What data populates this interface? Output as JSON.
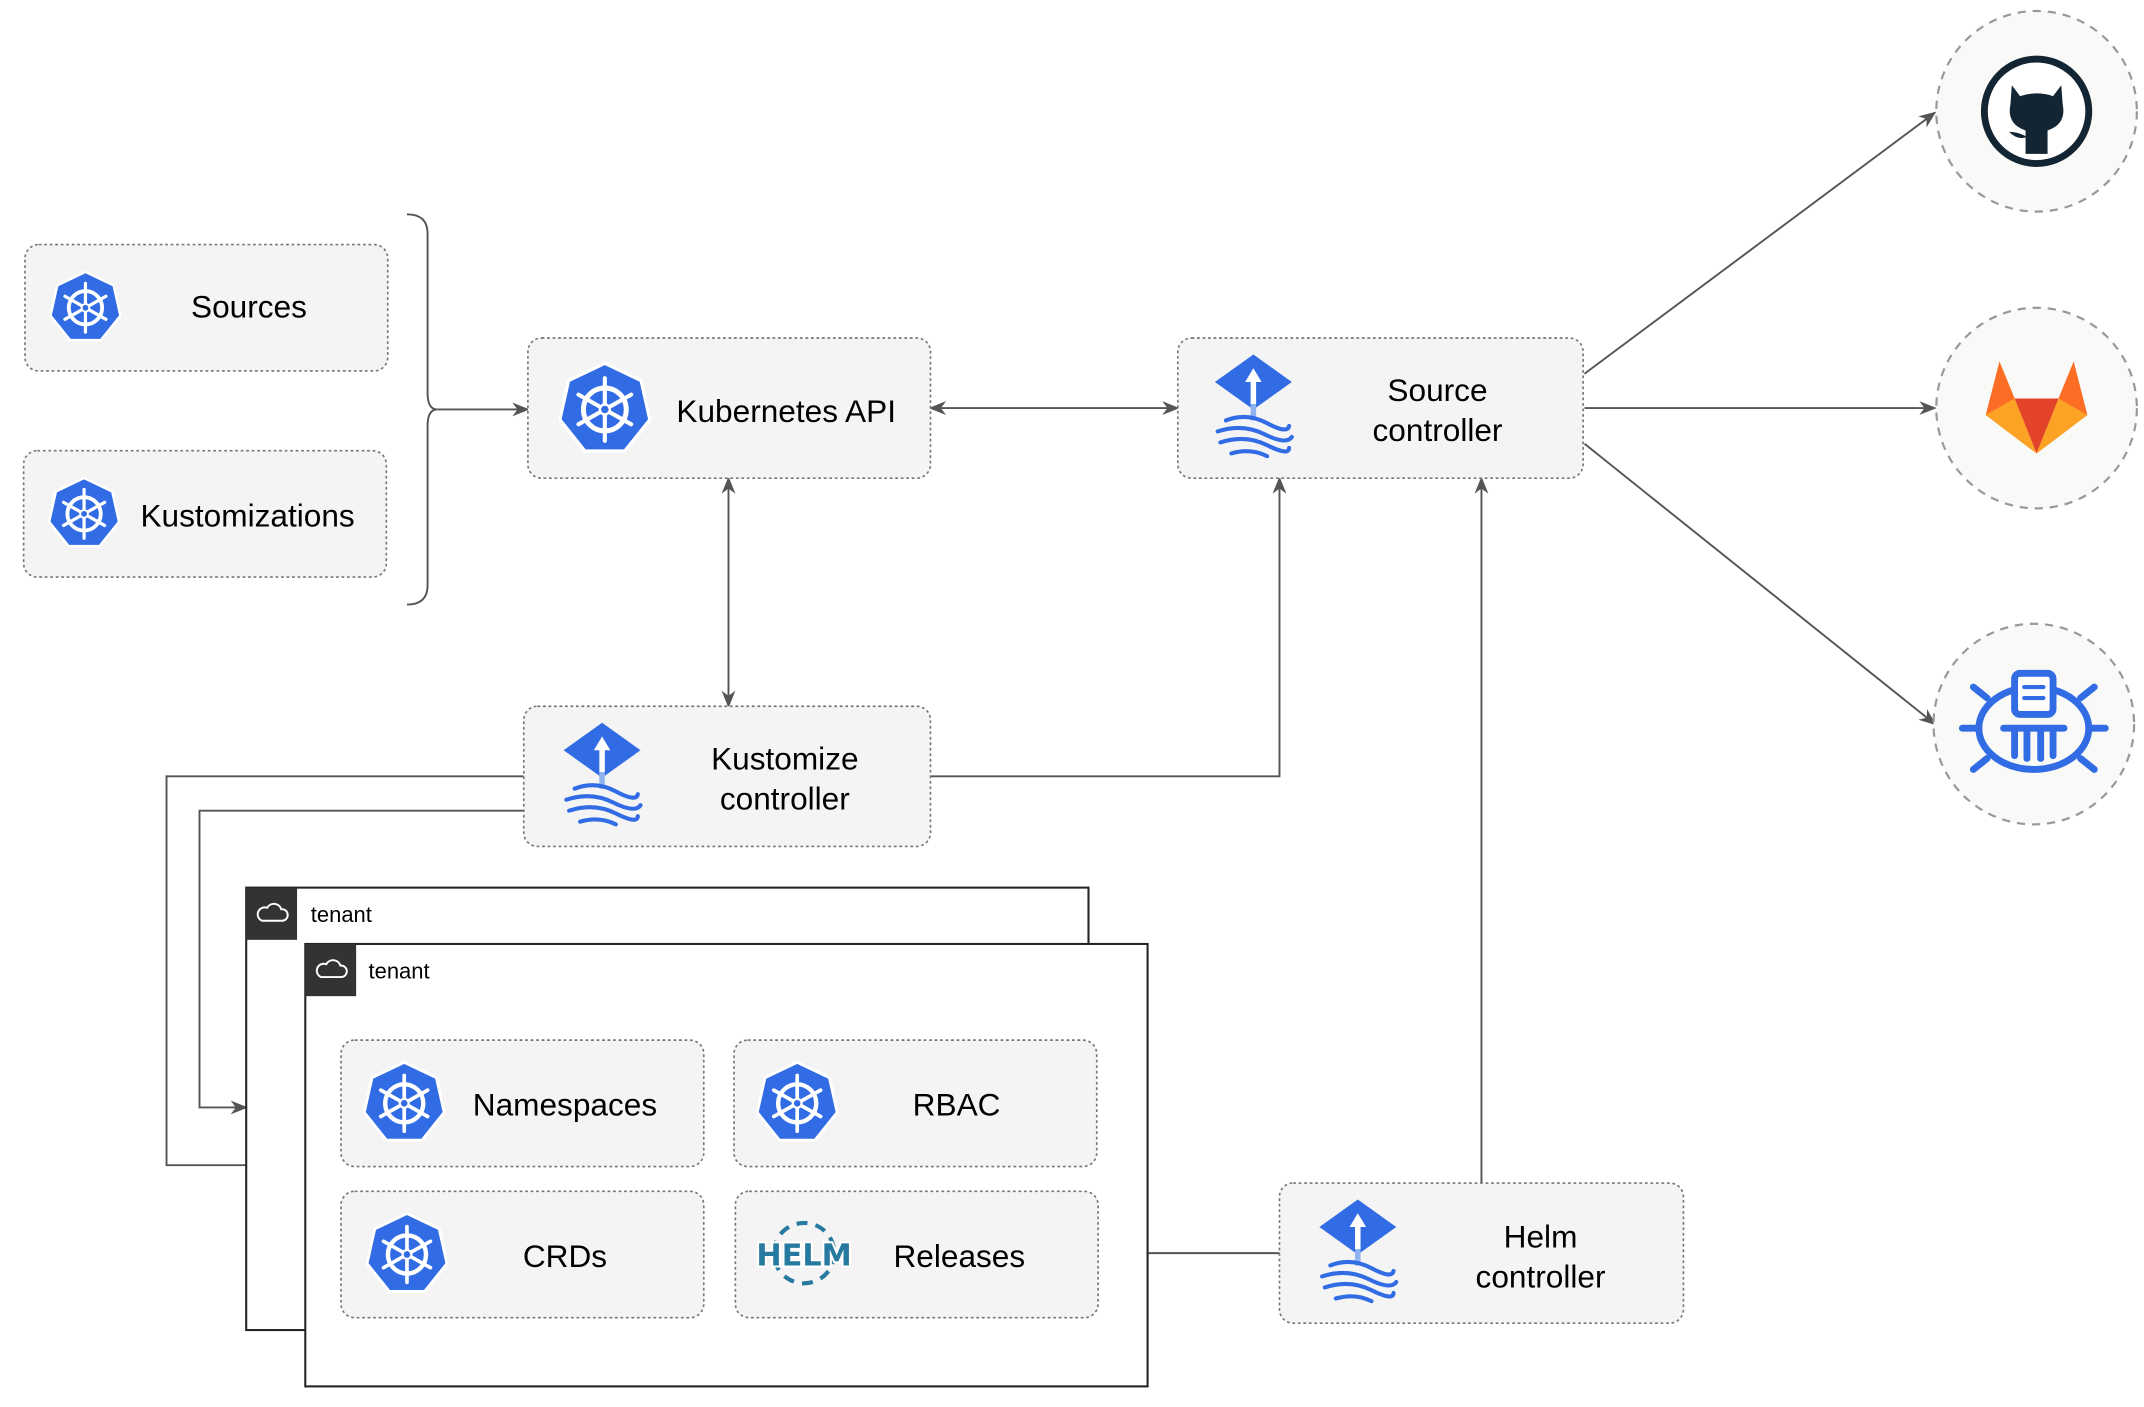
{
  "nodes": {
    "sources": "Sources",
    "kustomizations": "Kustomizations",
    "kubernetes_api": "Kubernetes API",
    "source_controller": [
      "Source",
      "controller"
    ],
    "kustomize_controller": [
      "Kustomize",
      "controller"
    ],
    "helm_controller": [
      "Helm",
      "controller"
    ],
    "namespaces": "Namespaces",
    "rbac": "RBAC",
    "crds": "CRDs",
    "releases": "Releases"
  },
  "tenants": [
    {
      "label": "tenant"
    },
    {
      "label": "tenant"
    }
  ],
  "logos": {
    "helm": "HELM",
    "external": [
      "github-icon",
      "gitlab-icon",
      "bucket-icon"
    ]
  },
  "colors": {
    "kubernetes_blue": "#326ce5",
    "edge": "#555555",
    "node_fill": "#f4f4f4",
    "github": "#132433",
    "gitlab_orange": "#e24329",
    "gitlab_yellow": "#fca326",
    "helm": "#277a9f"
  }
}
